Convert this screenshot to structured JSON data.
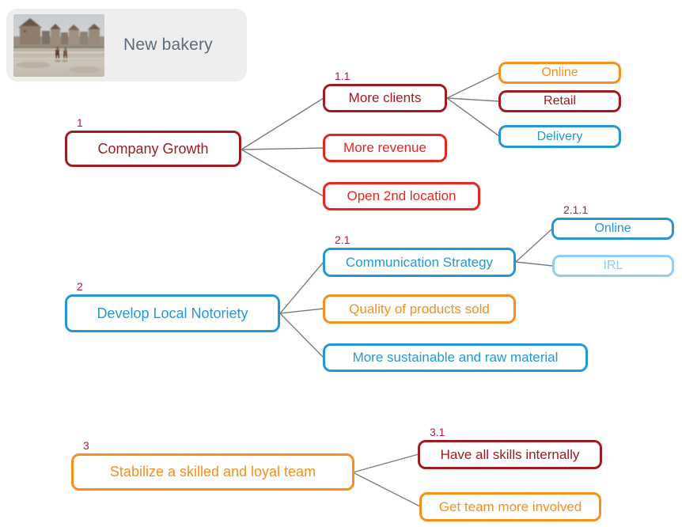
{
  "title_card": {
    "title": "New bakery",
    "image_alt": "beach-with-houses-and-horse-riders-photo"
  },
  "colors": {
    "maroon": "#a01c20",
    "red": "#e8261f",
    "orange": "#f78e1e",
    "blue": "#2598d4",
    "lightblue": "#8ecdf4",
    "label": "#b4164c",
    "line": "#7d7d7d",
    "header_bg": "#eeeeee",
    "header_text": "#5d6b7a"
  },
  "nodes": {
    "company_growth": {
      "num": "1",
      "text": "Company Growth"
    },
    "more_clients": {
      "num": "1.1",
      "text": "More clients"
    },
    "online_clients": {
      "text": "Online"
    },
    "retail": {
      "text": "Retail"
    },
    "delivery": {
      "text": "Delivery"
    },
    "more_revenue": {
      "text": "More revenue"
    },
    "open_2nd_location": {
      "text": "Open 2nd location"
    },
    "develop_local_notoriety": {
      "num": "2",
      "text": "Develop Local Notoriety"
    },
    "communication_strategy": {
      "num": "2.1",
      "text": "Communication Strategy"
    },
    "comm_online": {
      "num": "2.1.1",
      "text": "Online"
    },
    "irl": {
      "text": "IRL"
    },
    "quality_products": {
      "text": "Quality of products sold"
    },
    "sustainable_material": {
      "text": "More sustainable and raw material"
    },
    "stabilize_team": {
      "num": "3",
      "text": "Stabilize a skilled and loyal team"
    },
    "skills_internally": {
      "num": "3.1",
      "text": "Have all skills internally"
    },
    "team_involved": {
      "text": "Get team more involved"
    }
  }
}
